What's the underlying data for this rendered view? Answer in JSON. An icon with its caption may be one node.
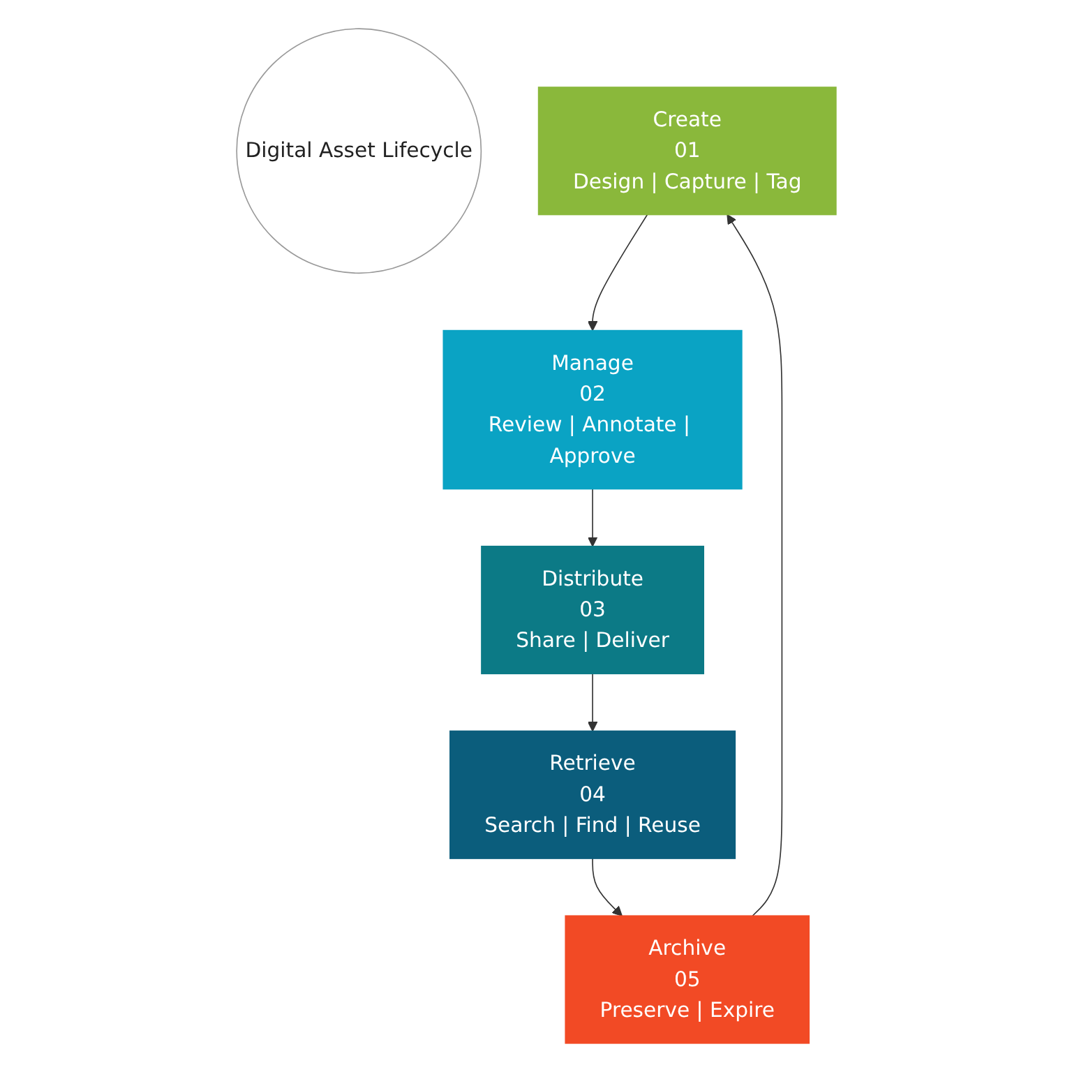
{
  "diagram": {
    "nodes": [
      {
        "text": [
          "Digital Asset Lifecycle"
        ]
      },
      {
        "text": [
          "Create",
          "01",
          "Design | Capture | Tag"
        ]
      },
      {
        "text": [
          "Manage",
          "02",
          "Review | Annotate | Approve"
        ]
      },
      {
        "text": [
          "Distribute",
          "03",
          "Share | Deliver"
        ]
      },
      {
        "text": [
          "Retrieve",
          "04",
          "Search | Find | Reuse"
        ]
      },
      {
        "text": [
          "Archive",
          "05",
          "Preserve | Expire"
        ]
      }
    ],
    "edges": [
      {
        "from": 1,
        "to": 2,
        "arrow": "to"
      },
      {
        "from": 2,
        "to": 3,
        "arrow": "to"
      },
      {
        "from": 3,
        "to": 4,
        "arrow": "to"
      },
      {
        "from": 4,
        "to": 5,
        "arrow": "to"
      },
      {
        "from": 5,
        "to": 1,
        "arrow": "to"
      }
    ]
  }
}
